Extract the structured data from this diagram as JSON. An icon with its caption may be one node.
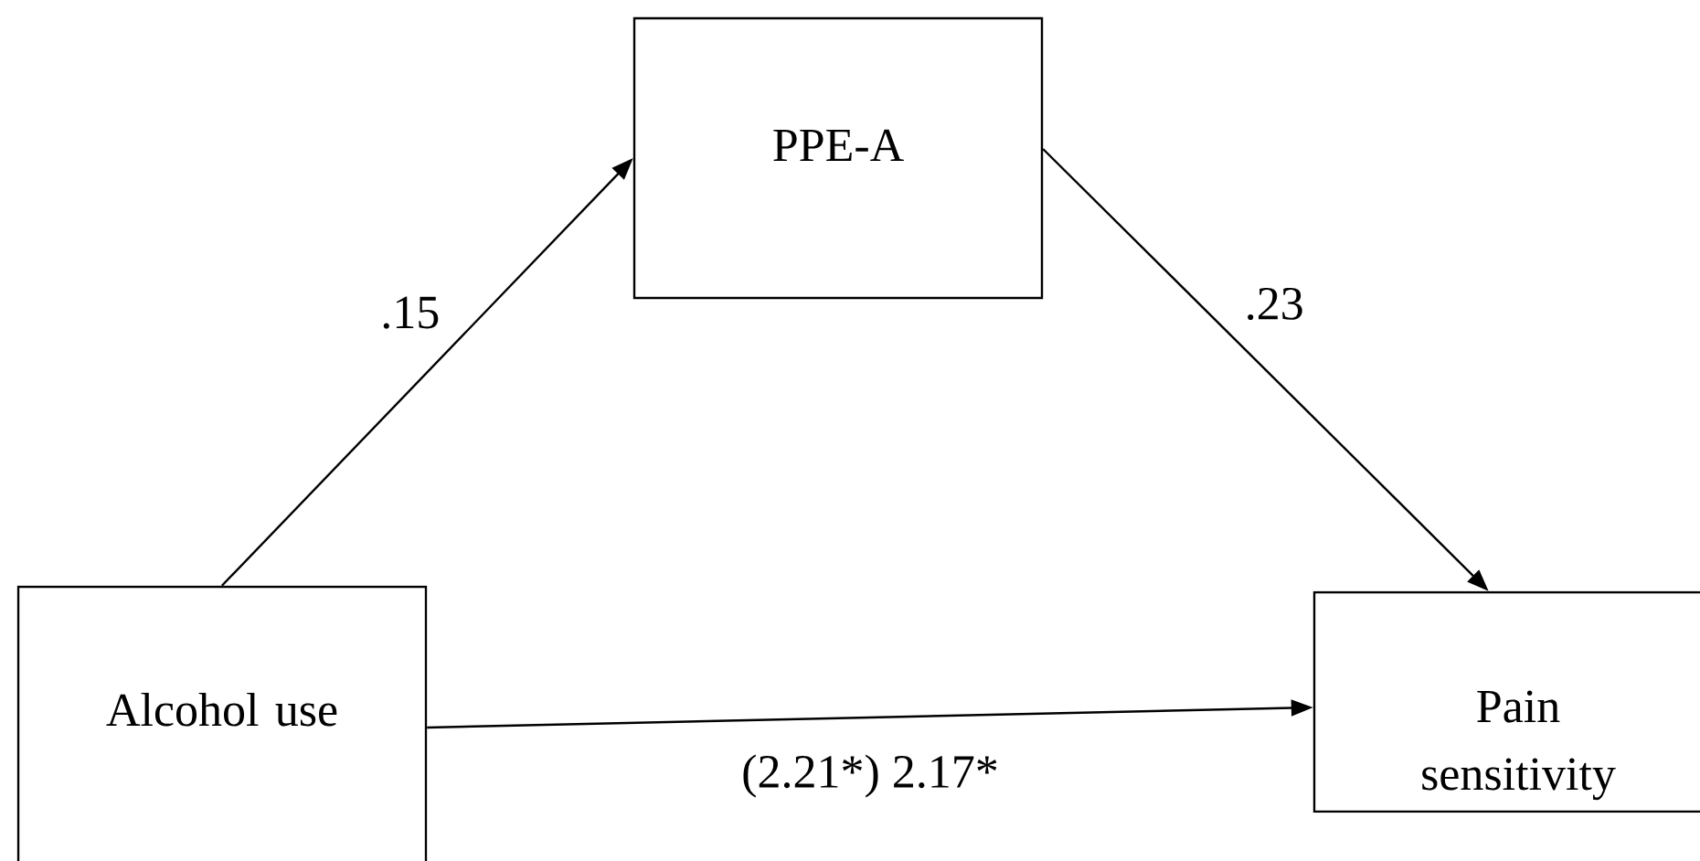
{
  "diagram": {
    "nodes": [
      {
        "text": [
          "Alcohol use"
        ]
      },
      {
        "text": [
          "PPE-A"
        ]
      },
      {
        "text": [
          "Pain sensitivity"
        ]
      }
    ],
    "edges": [
      {
        "from": 0,
        "to": 1,
        "arrow": "to",
        "label": ".15"
      },
      {
        "from": 1,
        "to": 2,
        "arrow": "to",
        "label": ".23"
      },
      {
        "from": 0,
        "to": 2,
        "arrow": "to",
        "label": "(2.21*) 2.17*"
      }
    ]
  }
}
